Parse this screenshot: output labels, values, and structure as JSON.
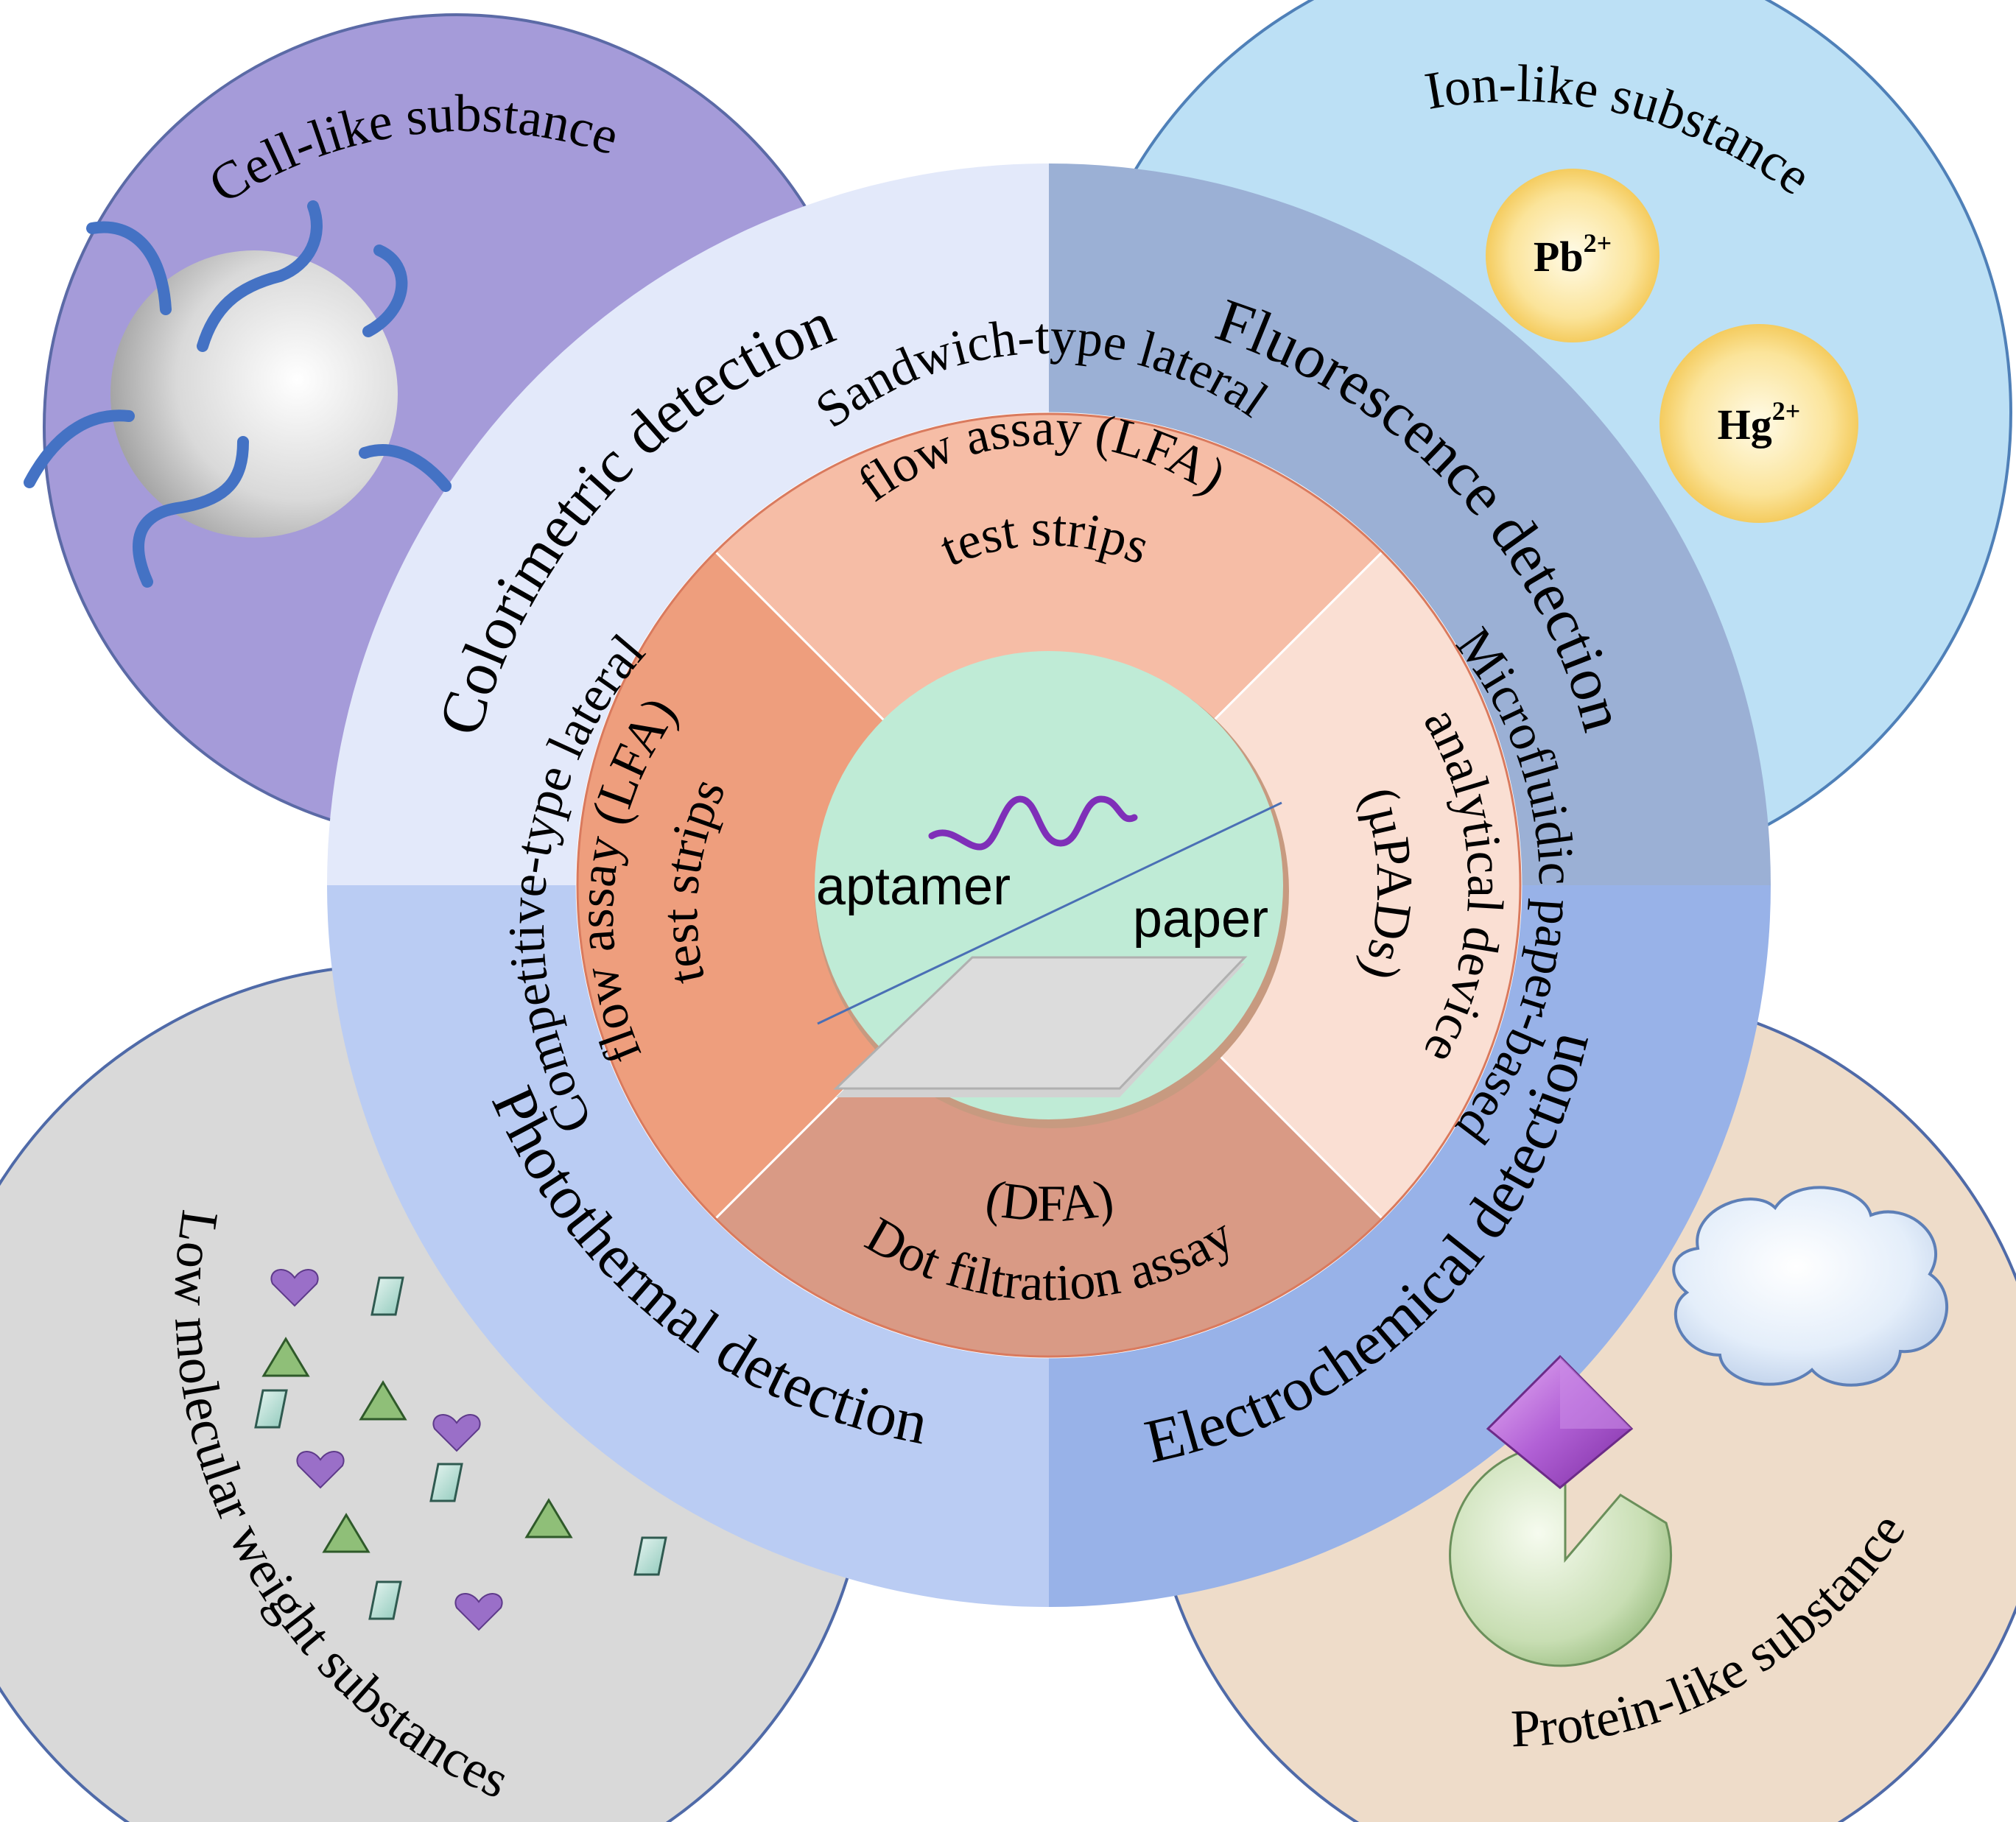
{
  "colors": {
    "cell_bg": "#A59BD9",
    "ion_bg": "#BCE0F5",
    "lmw_bg": "#D9D9D9",
    "protein_bg": "#EEDCC9",
    "colorimetric": "#E3E9FA",
    "fluorescence": "#9BB0D5",
    "photothermal": "#BACCF3",
    "electrochemical": "#98B2E8",
    "sandwich": "#F6BDA6",
    "microfluidic": "#FADFD3",
    "dot": "#D99A85",
    "competitive": "#EE9E7D",
    "center": "#BFEBD6",
    "aptamer_strand": "#7F2FB8",
    "cell_strand": "#4472C4"
  },
  "analytes": {
    "cell": {
      "label": "Cell-like substance"
    },
    "ion": {
      "label": "Ion-like substance",
      "ions": [
        {
          "base": "Pb",
          "sup": "2+"
        },
        {
          "base": "Hg",
          "sup": "2+"
        }
      ]
    },
    "lmw": {
      "label": "Low molecular weight substances"
    },
    "protein": {
      "label": "Protein-like substance"
    }
  },
  "detection": {
    "colorimetric": "Colorimetric detection",
    "fluorescence": "Fluorescence detection",
    "photothermal": "Photothermal detection",
    "electrochemical": "Electrochemical detection"
  },
  "formats": {
    "sandwich": [
      "Sandwich-type lateral",
      "flow  assay (LFA)",
      "test strips"
    ],
    "microfluidic": [
      "Microfluidic paper-based",
      "analytical device",
      "(µPADs)"
    ],
    "dot": [
      "Dot filtration assay",
      "(DFA)"
    ],
    "competitive": [
      "Competitive-type lateral",
      "flow assay (LFA)",
      "test strips"
    ]
  },
  "center": {
    "aptamer": "aptamer",
    "paper": "paper"
  }
}
